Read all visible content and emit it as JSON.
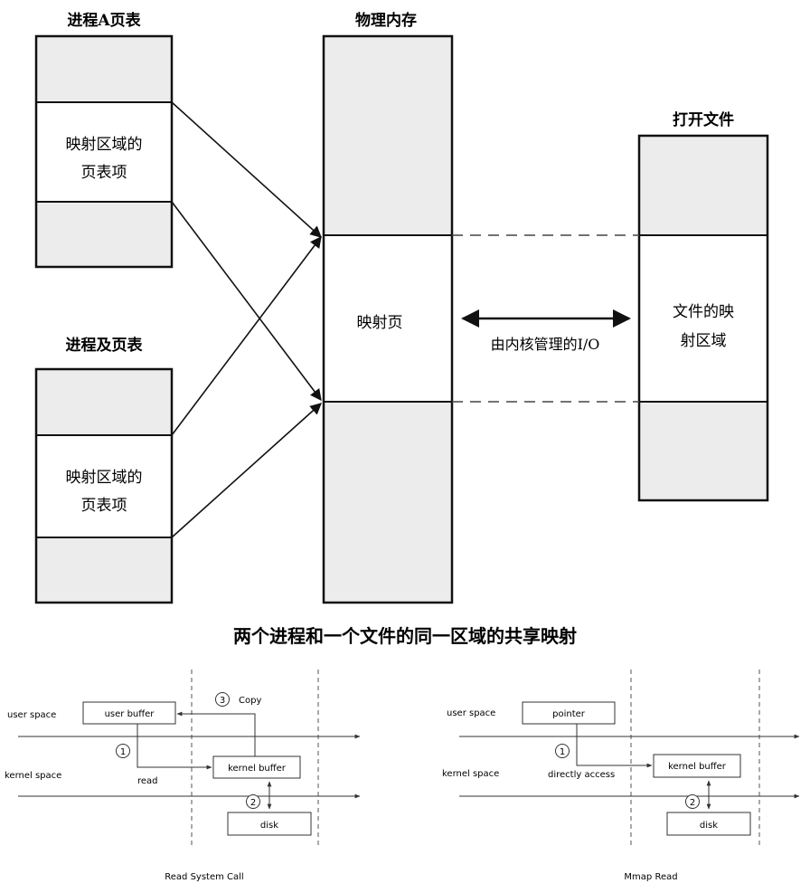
{
  "top": {
    "process_a_title": "进程A页表",
    "process_b_title": "进程及页表",
    "physical_memory_title": "物理内存",
    "open_file_title": "打开文件",
    "mapped_entries_line1": "映射区域的",
    "mapped_entries_line2": "页表项",
    "mapped_page": "映射页",
    "file_region_line1": "文件的映",
    "file_region_line2": "射区域",
    "io_label": "由内核管理的I/O",
    "caption": "两个进程和一个文件的同一区域的共享映射"
  },
  "read_call": {
    "user_space": "user space",
    "kernel_space": "kernel space",
    "user_buffer": "user buffer",
    "kernel_buffer": "kernel buffer",
    "disk": "disk",
    "step1": "1",
    "step2": "2",
    "step3": "3",
    "copy": "Copy",
    "read": "read",
    "caption": "Read System Call"
  },
  "mmap_read": {
    "user_space": "user space",
    "kernel_space": "kernel space",
    "pointer": "pointer",
    "kernel_buffer": "kernel buffer",
    "disk": "disk",
    "step1": "1",
    "step2": "2",
    "directly_access": "directly access",
    "caption": "Mmap Read"
  },
  "colors": {
    "shaded": "#ececec",
    "border": "#111111",
    "thin": "#333333"
  }
}
